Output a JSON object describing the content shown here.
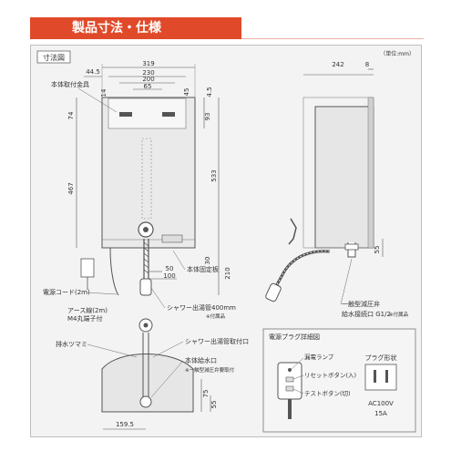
{
  "section_title": "製品寸法・仕様",
  "unit_note": "（単位:mm）",
  "dimension_box_label": "寸法図",
  "front": {
    "width_total": "319",
    "width_230": "230",
    "width_200": "200",
    "width_65": "65",
    "offset_44_5": "44.5",
    "h_14": "14",
    "h_45": "45",
    "h_4_5": "4.5",
    "h_74": "74",
    "h_93": "93",
    "h_467": "467",
    "h_533": "533",
    "h_30": "30",
    "h_210": "210",
    "w_50": "50",
    "w_100": "100",
    "bracket_label": "本体取付金具",
    "fixing_plate_label": "本体固定板",
    "shower_hose_label": "シャワー出湯管400mm",
    "attached_label_1": "※付属品",
    "power_cord_label": "電源コード(2m)",
    "earth_wire_label": "アース線(2m)",
    "terminal_label": "M4丸端子付"
  },
  "side": {
    "depth": "242",
    "depth_8": "8",
    "h_55": "55",
    "valve_label": "一触型減圧弁",
    "inlet_label": "給水接続口 G1/2",
    "attached_label": "※付属品"
  },
  "bottom": {
    "drain_label": "排水ツマミ",
    "shower_mount_label": "シャワー出湯管取付口",
    "water_inlet_label": "本体給水口",
    "valve_note": "※一触型減圧弁要取付",
    "h_75": "75",
    "h_55": "55",
    "w_159_5": "159.5"
  },
  "plug": {
    "box_title": "電源プラグ詳細図",
    "lamp_label": "漏電ランプ",
    "reset_label": "リセットボタン(入)",
    "test_label": "テストボタン(切)",
    "shape_label": "プラグ形状",
    "voltage": "AC100V",
    "current": "15A"
  },
  "colors": {
    "header_red": "#e04a2a",
    "panel_bg": "#f3f3f3",
    "body_gray": "#e8e8e8",
    "line": "#555555"
  }
}
